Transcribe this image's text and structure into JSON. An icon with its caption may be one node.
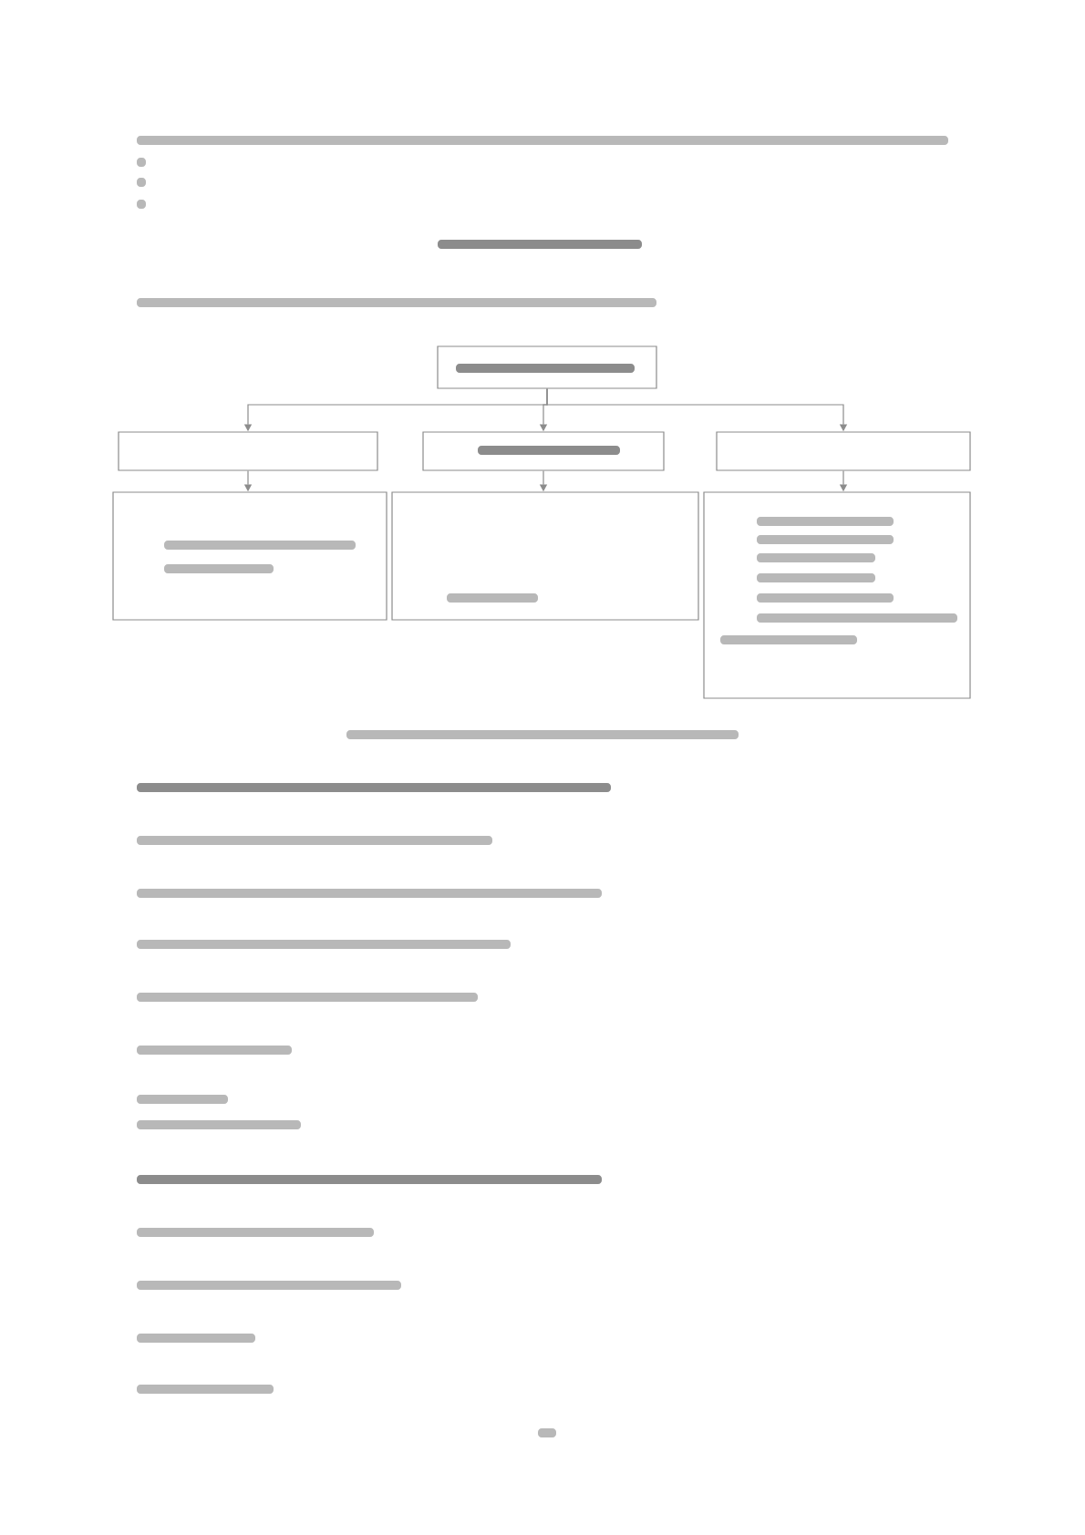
{
  "diagram": {
    "nodes": [
      {
        "text": [],
        "shape": "box"
      },
      {
        "text": [],
        "shape": "box"
      },
      {
        "text": [],
        "shape": "box"
      },
      {
        "text": [],
        "shape": "box"
      },
      {
        "text": [],
        "shape": "box"
      },
      {
        "text": [],
        "shape": "box"
      },
      {
        "text": [],
        "shape": "box"
      }
    ],
    "edges": [
      {
        "from": 0,
        "to": 1,
        "arrow": "to"
      },
      {
        "from": 0,
        "to": 2,
        "arrow": "to"
      },
      {
        "from": 0,
        "to": 3,
        "arrow": "to"
      },
      {
        "from": 1,
        "to": 4,
        "arrow": "to"
      },
      {
        "from": 2,
        "to": 5,
        "arrow": "to"
      },
      {
        "from": 3,
        "to": 6,
        "arrow": "to"
      }
    ]
  }
}
